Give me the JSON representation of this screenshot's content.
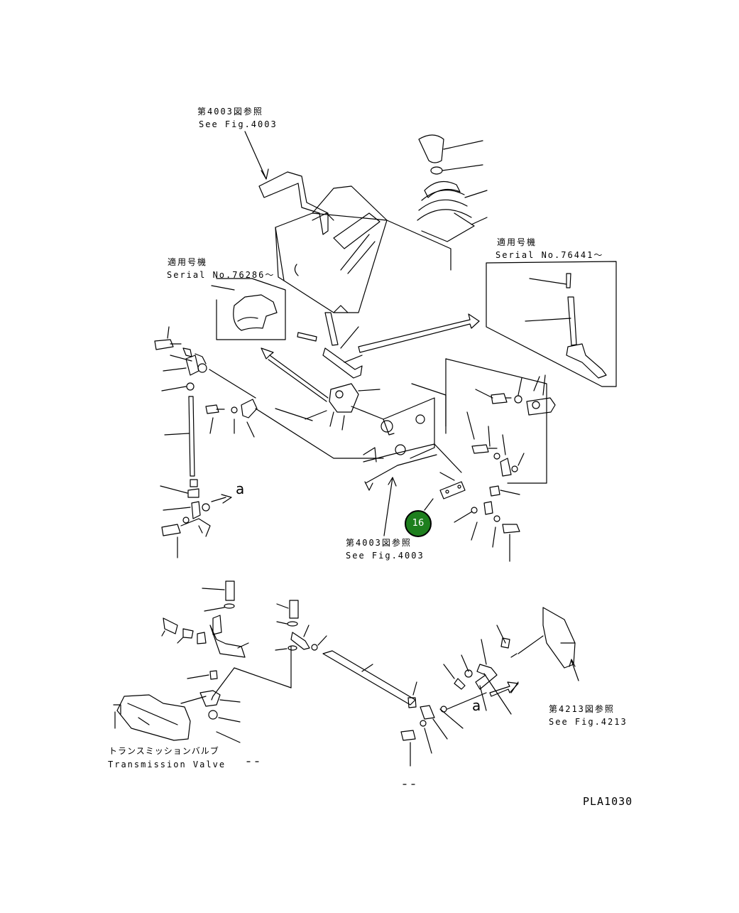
{
  "labels": {
    "ref_4003_top_jp": "第4003図参照",
    "ref_4003_top_en": "See Fig.4003",
    "serial_a_jp": "適用号機",
    "serial_a_en": "Serial No.76286～",
    "serial_b_jp": "適用号機",
    "serial_b_en": "Serial No.76441～",
    "ref_4003_mid_jp": "第4003図参照",
    "ref_4003_mid_en": "See Fig.4003",
    "ref_4213_jp": "第4213図参照",
    "ref_4213_en": "See Fig.4213",
    "trans_valve_jp": "トランスミッションバルブ",
    "trans_valve_en": "Transmission Valve",
    "arrow_a_1": "a",
    "arrow_a_2": "a",
    "drawing_code": "PLA1030"
  },
  "callouts": [
    {
      "number": "16",
      "color": "#1e7f1e"
    }
  ]
}
